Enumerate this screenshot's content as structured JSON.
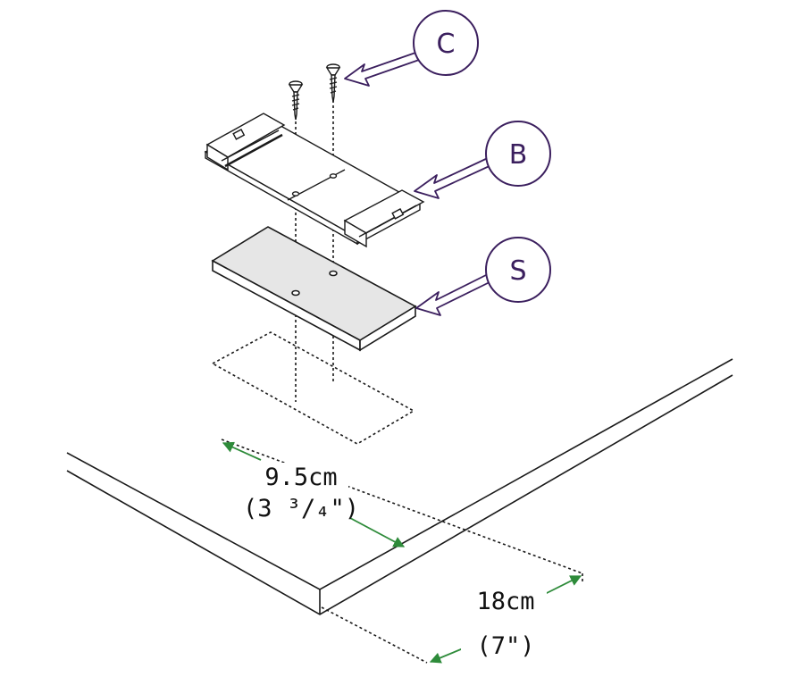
{
  "colors": {
    "line": "#1a1a1a",
    "callout_outline": "#3b1f5e",
    "callout_text": "#3b1f5e",
    "dimension_arrow": "#2e8b3a",
    "spacer_fill": "#e6e6e6",
    "background": "#ffffff"
  },
  "callouts": [
    {
      "id": "C",
      "letter": "C",
      "part": "screws"
    },
    {
      "id": "B",
      "letter": "B",
      "part": "bracket"
    },
    {
      "id": "S",
      "letter": "S",
      "part": "spacer"
    }
  ],
  "dimensions": {
    "depth": {
      "metric": "9.5cm",
      "imperial": "(3 ³/₄\")"
    },
    "width": {
      "metric": "18cm",
      "imperial": "(7\")"
    }
  }
}
